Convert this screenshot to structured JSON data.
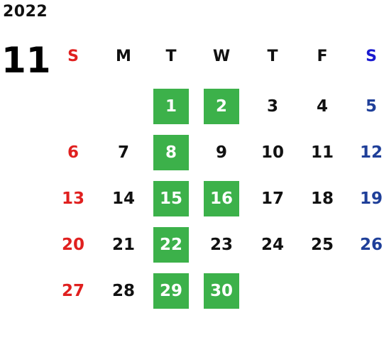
{
  "calendar": {
    "year": "2022",
    "month": "11",
    "weekdays": [
      "S",
      "M",
      "T",
      "W",
      "T",
      "F",
      "S"
    ],
    "weekday_colors": [
      "#e0201f",
      "#111111",
      "#111111",
      "#111111",
      "#111111",
      "#111111",
      "#1a1ad0"
    ],
    "day_colors": [
      "#e0201f",
      "#111111",
      "#111111",
      "#111111",
      "#111111",
      "#111111",
      "#1f3f99"
    ],
    "highlight_color": "#3cb14a",
    "weeks": [
      [
        "",
        "",
        "1",
        "2",
        "3",
        "4",
        "5"
      ],
      [
        "6",
        "7",
        "8",
        "9",
        "10",
        "11",
        "12"
      ],
      [
        "13",
        "14",
        "15",
        "16",
        "17",
        "18",
        "19"
      ],
      [
        "20",
        "21",
        "22",
        "23",
        "24",
        "25",
        "26"
      ],
      [
        "27",
        "28",
        "29",
        "30",
        "",
        "",
        ""
      ]
    ],
    "highlighted_days": [
      "1",
      "2",
      "8",
      "15",
      "16",
      "22",
      "29",
      "30"
    ]
  }
}
